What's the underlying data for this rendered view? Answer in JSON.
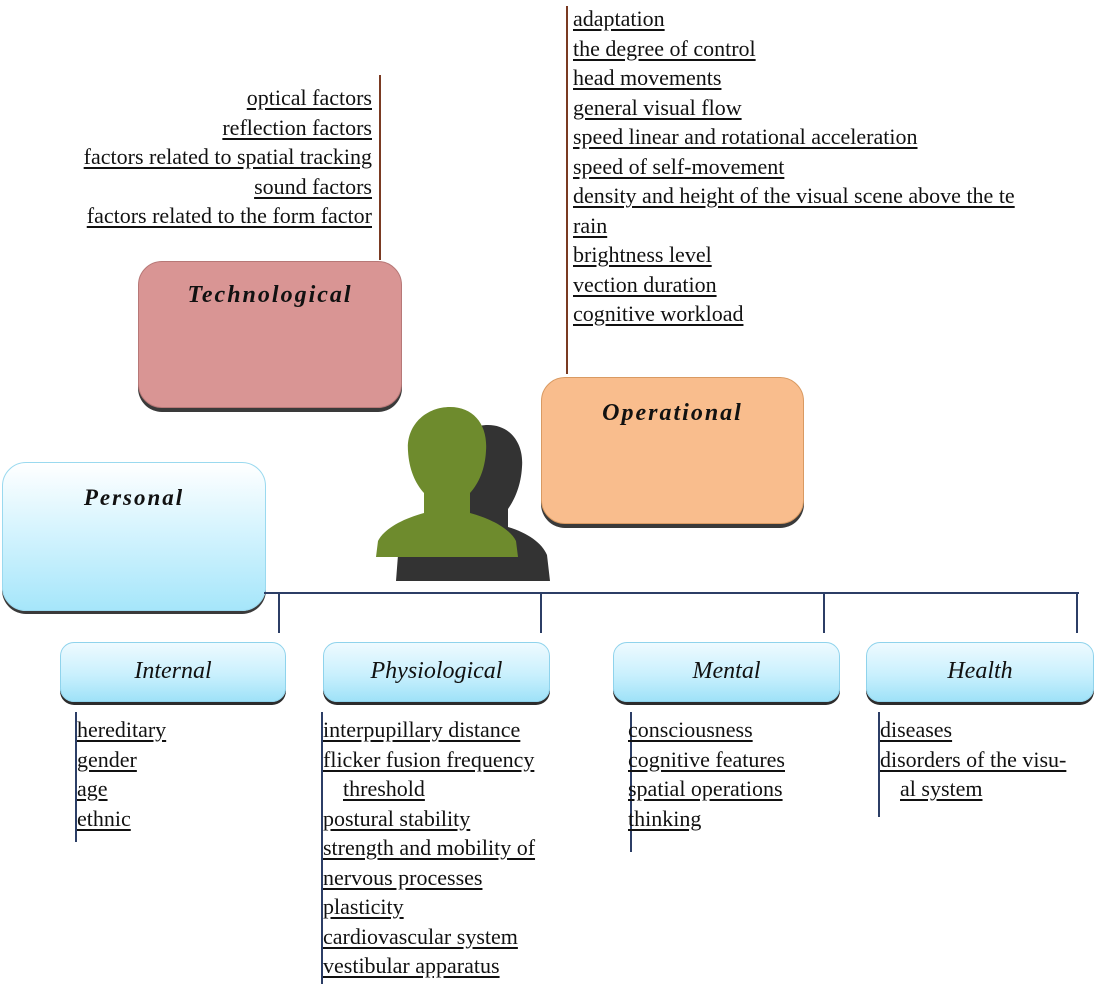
{
  "technological": {
    "title": "Technological",
    "items": [
      "optical factors",
      "reflection factors",
      "factors related to spatial tracking",
      "sound factors",
      "factors related to the form factor"
    ]
  },
  "operational": {
    "title": "Operational",
    "items": [
      "adaptation",
      "the degree of control",
      "head movements",
      "general visual flow",
      "speed linear and rotational acceleration",
      "speed of self-movement",
      "density and height of the visual scene above the te",
      "rain",
      "brightness level",
      "vection duration",
      "cognitive workload"
    ]
  },
  "personal": {
    "title": "Personal"
  },
  "internal": {
    "title": "Internal",
    "items": [
      "hereditary",
      "gender",
      "age",
      "ethnic"
    ]
  },
  "physiological": {
    "title": "Physiological",
    "items": [
      "interpupillary distance",
      "flicker fusion frequency",
      "threshold",
      "postural stability",
      "strength and mobility of",
      "nervous processes",
      "plasticity",
      "cardiovascular system",
      "vestibular apparatus"
    ]
  },
  "mental": {
    "title": "Mental",
    "items": [
      "consciousness",
      "cognitive features",
      "spatial operations",
      "thinking"
    ]
  },
  "health": {
    "title": "Health",
    "items": [
      "diseases",
      "disorders of the visu-",
      "al system"
    ]
  },
  "colors": {
    "technological_box": "#d99594",
    "operational_box": "#f9bd8d",
    "personal_box": "#bdeefc",
    "person_icon_front": "#6e8b2d",
    "person_icon_back": "#333333",
    "connector_brown": "#7a3a22",
    "connector_navy": "#2c3e66"
  },
  "icons": {
    "person": "person-silhouette-icon"
  }
}
